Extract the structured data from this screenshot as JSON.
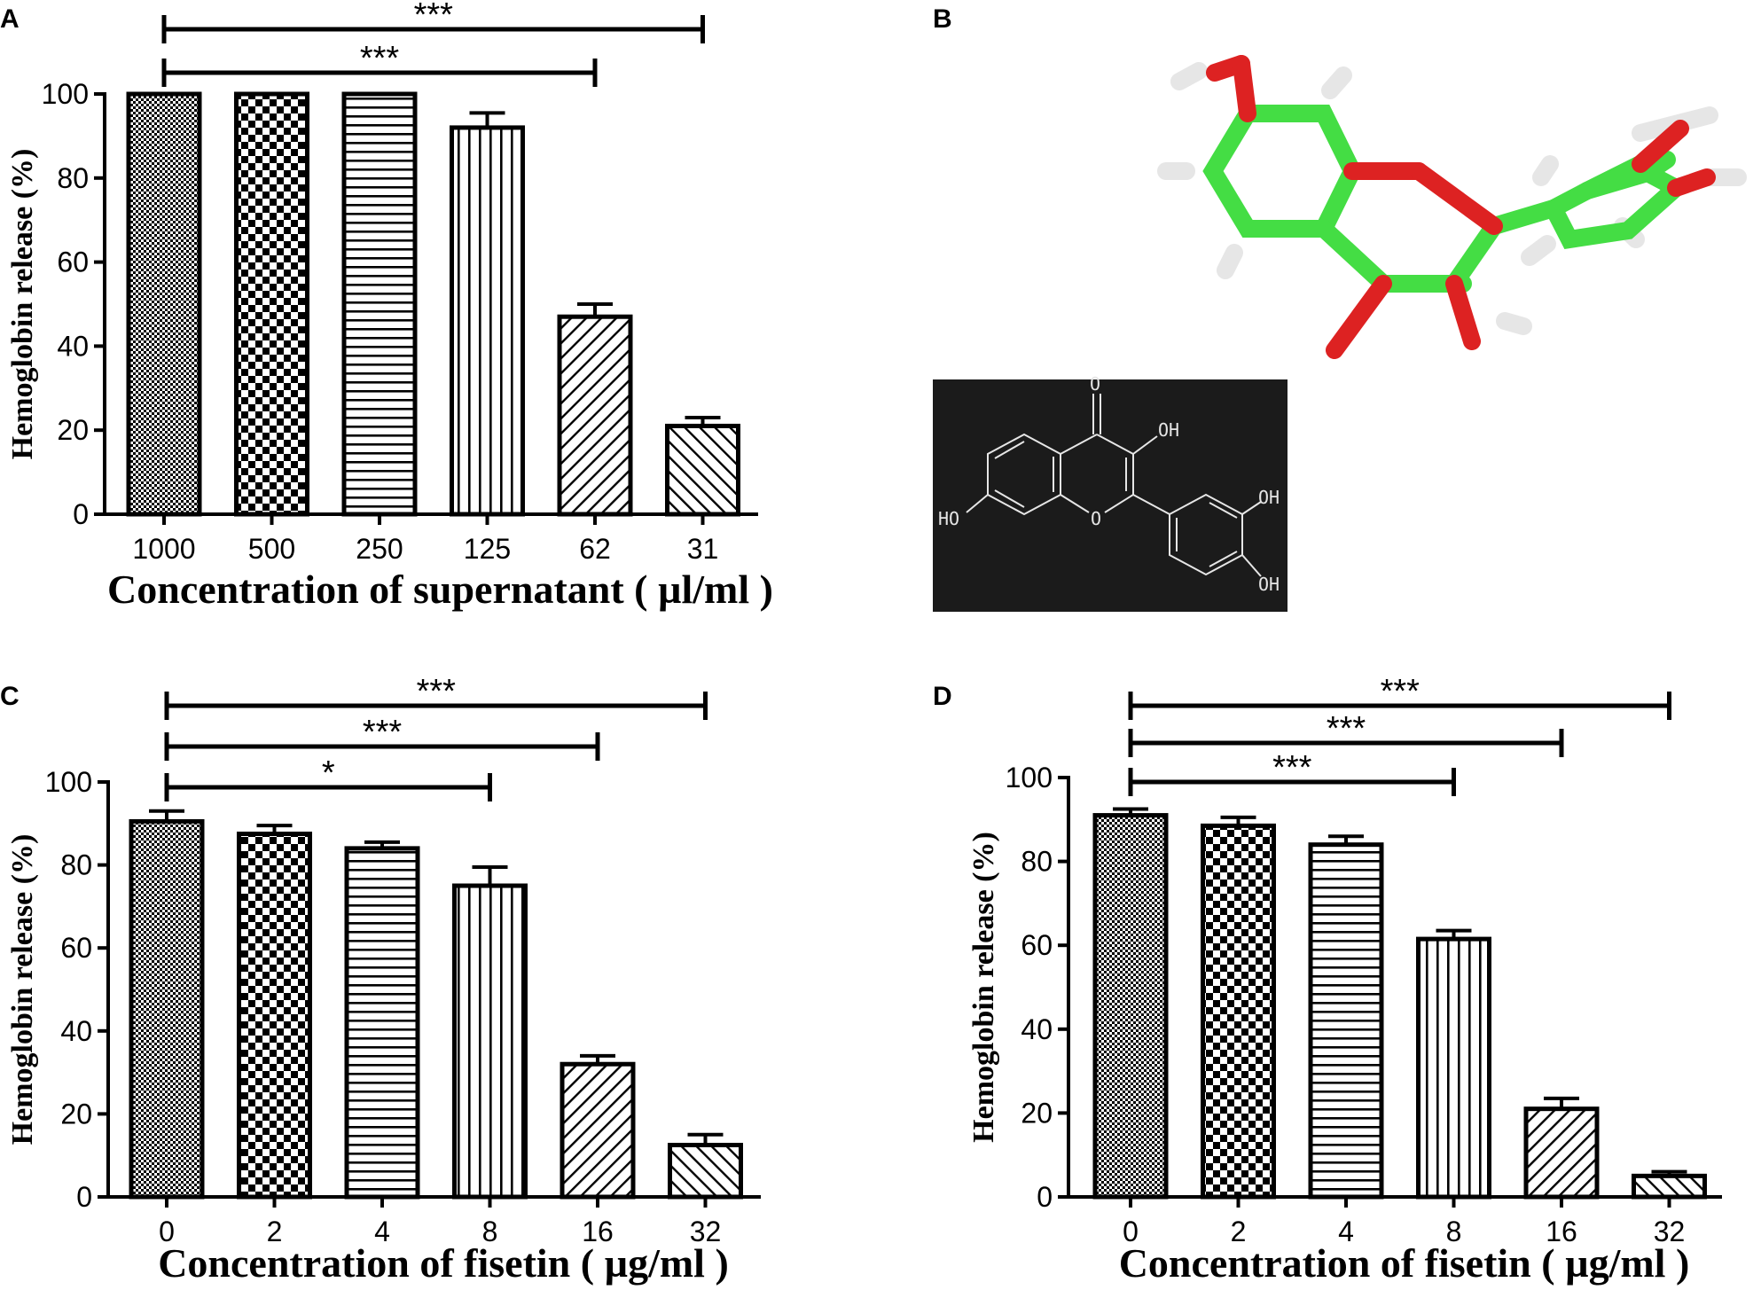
{
  "panel_labels": [
    "A",
    "B",
    "C",
    "D"
  ],
  "chart_data": [
    {
      "panel": "A",
      "type": "bar",
      "categories": [
        "1000",
        "500",
        "250",
        "125",
        "62",
        "31"
      ],
      "values": [
        100,
        100,
        100,
        92,
        47,
        21
      ],
      "errors": [
        0,
        0,
        0,
        3.5,
        3,
        2
      ],
      "ylabel": "Hemoglobin release (%)",
      "xlabel": "Concentration of  supernatant ( µl/ml )",
      "ylim": [
        0,
        100
      ],
      "yticks": [
        "0",
        "20",
        "40",
        "60",
        "80",
        "100"
      ],
      "significance": [
        {
          "from": 0,
          "to": 5,
          "label": "***"
        },
        {
          "from": 0,
          "to": 4,
          "label": "***"
        }
      ]
    },
    {
      "panel": "C",
      "type": "bar",
      "categories": [
        "0",
        "2",
        "4",
        "8",
        "16",
        "32"
      ],
      "values": [
        90.5,
        87.5,
        84,
        75,
        32,
        12.5
      ],
      "errors": [
        2.5,
        2,
        1.5,
        4.5,
        2,
        2.5
      ],
      "ylabel": "Hemoglobin release (%)",
      "xlabel": "Concentration of  fisetin ( µg/ml )",
      "ylim": [
        0,
        100
      ],
      "yticks": [
        "0",
        "20",
        "40",
        "60",
        "80",
        "100"
      ],
      "significance": [
        {
          "from": 0,
          "to": 5,
          "label": "***"
        },
        {
          "from": 0,
          "to": 4,
          "label": "***"
        },
        {
          "from": 0,
          "to": 3,
          "label": "*"
        }
      ]
    },
    {
      "panel": "D",
      "type": "bar",
      "categories": [
        "0",
        "2",
        "4",
        "8",
        "16",
        "32"
      ],
      "values": [
        91,
        88.5,
        84,
        61.5,
        21,
        5
      ],
      "errors": [
        1.5,
        2,
        2,
        2,
        2.5,
        1
      ],
      "ylabel": "Hemoglobin release (%)",
      "xlabel": "Concentration of  fisetin ( µg/ml )",
      "ylim": [
        0,
        100
      ],
      "yticks": [
        "0",
        "20",
        "40",
        "60",
        "80",
        "100"
      ],
      "significance": [
        {
          "from": 0,
          "to": 5,
          "label": "***"
        },
        {
          "from": 0,
          "to": 4,
          "label": "***"
        },
        {
          "from": 0,
          "to": 3,
          "label": "***"
        }
      ]
    }
  ],
  "structure": {
    "atom_labels": [
      "O",
      "OH",
      "OH",
      "OH",
      "HO",
      "O"
    ],
    "colors": {
      "carbon": "#44dd44",
      "oxygen": "#dd2222",
      "hydrogen": "#e6e6e6",
      "inset_bg": "#1b1b1b"
    }
  }
}
